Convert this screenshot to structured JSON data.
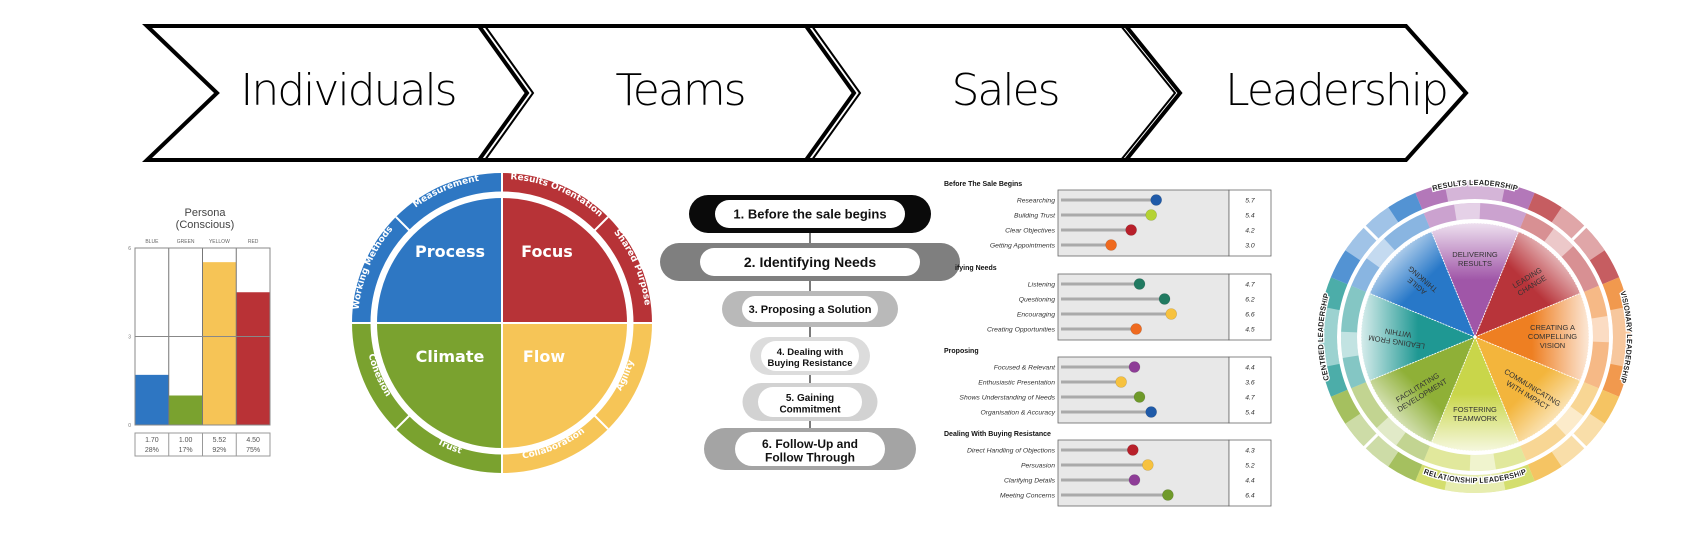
{
  "stages": [
    {
      "label": "Individuals"
    },
    {
      "label": "Teams"
    },
    {
      "label": "Sales"
    },
    {
      "label": "Leadership"
    }
  ],
  "individuals": {
    "chart_data": {
      "type": "bar",
      "title": "Persona",
      "subtitle": "(Conscious)",
      "categories": [
        "BLUE",
        "GREEN",
        "YELLOW",
        "RED"
      ],
      "values": [
        1.7,
        1.0,
        5.52,
        4.5
      ],
      "percentages": [
        "28%",
        "17%",
        "92%",
        "75%"
      ],
      "value_labels": [
        "1.70",
        "1.00",
        "5.52",
        "4.50"
      ],
      "colors": [
        "#2e76c2",
        "#7aa22f",
        "#f6c456",
        "#b93236"
      ],
      "yticks": [
        "6",
        "3",
        "0"
      ],
      "ylim": [
        0,
        6
      ],
      "grid": true
    }
  },
  "teams": {
    "quadrants": [
      {
        "label": "Process",
        "color": "#2e77c3"
      },
      {
        "label": "Focus",
        "color": "#b73337"
      },
      {
        "label": "Climate",
        "color": "#7aa22f"
      },
      {
        "label": "Flow",
        "color": "#f6c557"
      }
    ],
    "ring_labels": [
      "Measurement",
      "Results Orientation",
      "Shared Purpose",
      "Agility",
      "Collaboration",
      "Trust",
      "Cohesion",
      "Working Methods"
    ]
  },
  "sales": {
    "steps": [
      {
        "label": "1. Before the sale begins"
      },
      {
        "label": "2. Identifying Needs"
      },
      {
        "label": "3. Proposing a Solution"
      },
      {
        "label_line1": "4. Dealing with",
        "label_line2": "Buying Resistance"
      },
      {
        "label_line1": "5. Gaining",
        "label_line2": "Commitment"
      },
      {
        "label_line1": "6. Follow-Up and",
        "label_line2": "Follow Through"
      }
    ],
    "chart_data": {
      "type": "lollipop",
      "xlim": [
        0,
        10
      ],
      "sections": [
        {
          "title": "Before The Sale Begins",
          "items": [
            {
              "label": "Researching",
              "value": 5.7,
              "display": "5.7",
              "color": "#1f5aa8"
            },
            {
              "label": "Building Trust",
              "value": 5.4,
              "display": "5.4",
              "color": "#b5d334"
            },
            {
              "label": "Clear Objectives",
              "value": 4.2,
              "display": "4.2",
              "color": "#b8202a"
            },
            {
              "label": "Getting Appointments",
              "value": 3.0,
              "display": "3.0",
              "color": "#ef6a1f"
            }
          ]
        },
        {
          "title": "Identifying Needs",
          "title_visible": "ifying Needs",
          "items": [
            {
              "label": "Listening",
              "value": 4.7,
              "display": "4.7",
              "color": "#217a61"
            },
            {
              "label": "Questioning",
              "value": 6.2,
              "display": "6.2",
              "color": "#217a61"
            },
            {
              "label": "Encouraging",
              "value": 6.6,
              "display": "6.6",
              "color": "#f7c23f"
            },
            {
              "label": "Creating Opportunities",
              "value": 4.5,
              "display": "4.5",
              "color": "#ef6a1f"
            }
          ]
        },
        {
          "title": "Proposing",
          "items": [
            {
              "label": "Focused & Relevant",
              "value": 4.4,
              "display": "4.4",
              "color": "#8e3d97"
            },
            {
              "label": "Enthusiastic Presentation",
              "value": 3.6,
              "display": "3.6",
              "color": "#f7c23f"
            },
            {
              "label": "Shows Understanding of Needs",
              "value": 4.7,
              "display": "4.7",
              "color": "#6f9a2a"
            },
            {
              "label": "Organisation & Accuracy",
              "value": 5.4,
              "display": "5.4",
              "color": "#1f5aa8"
            }
          ]
        },
        {
          "title": "Dealing With Buying Resistance",
          "items": [
            {
              "label": "Direct Handling of Objections",
              "value": 4.3,
              "display": "4.3",
              "color": "#b8202a"
            },
            {
              "label": "Persuasion",
              "value": 5.2,
              "display": "5.2",
              "color": "#f7c23f"
            },
            {
              "label": "Clarifying Details",
              "value": 4.4,
              "display": "4.4",
              "color": "#8e3d97"
            },
            {
              "label": "Meeting Concerns",
              "value": 6.4,
              "display": "6.4",
              "color": "#6f9a2a"
            }
          ]
        }
      ]
    }
  },
  "leadership": {
    "segments": [
      {
        "label_lines": [
          "DELIVERING",
          "RESULTS"
        ],
        "color": "#a056a8"
      },
      {
        "label_lines": [
          "LEADING",
          "CHANGE"
        ],
        "color": "#b8343a"
      },
      {
        "label_lines": [
          "CREATING A",
          "COMPELLING",
          "VISION"
        ],
        "color": "#ee7f22"
      },
      {
        "label_lines": [
          "COMMUNICATING",
          "WITH IMPACT"
        ],
        "color": "#f3b53c"
      },
      {
        "label_lines": [
          "FOSTERING",
          "TEAMWORK"
        ],
        "color": "#c9d64a"
      },
      {
        "label_lines": [
          "FACILITATING",
          "DEVELOPMENT"
        ],
        "color": "#8fb037"
      },
      {
        "label_lines": [
          "LEADING FROM",
          "WITHIN"
        ],
        "color": "#1f9893"
      },
      {
        "label_lines": [
          "AGILE",
          "THINKING"
        ],
        "color": "#2878c8"
      }
    ],
    "outer_labels": [
      {
        "label": "RESULTS LEADERSHIP"
      },
      {
        "label": "VISIONARY LEADERSHIP"
      },
      {
        "label": "RELATIONSHIP LEADERSHIP"
      },
      {
        "label": "CENTRED LEADERSHIP"
      }
    ]
  }
}
